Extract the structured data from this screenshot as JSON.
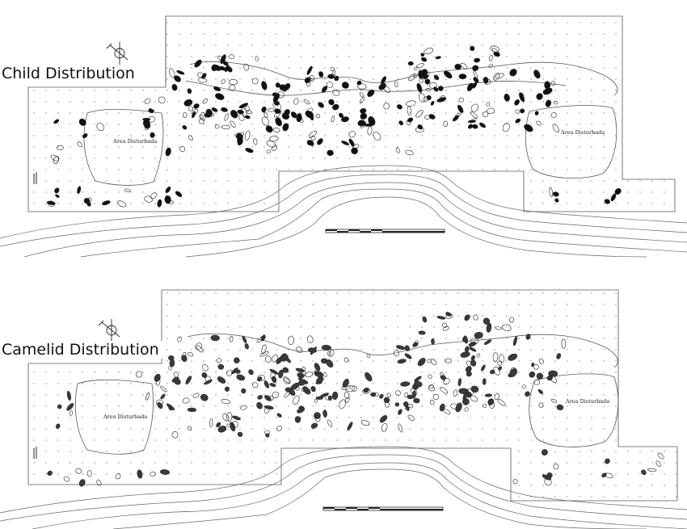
{
  "panels": [
    {
      "title": "Child Distribution",
      "zone_label": "Area Disturbada",
      "zone_label_2": "Area Disturbada",
      "feature_color": "#111111"
    },
    {
      "title": "Camelid Distribution",
      "zone_label": "Area Disturbada",
      "zone_label_2": "Area Disturbada",
      "feature_color": "#3a3a3a"
    }
  ],
  "colors": {
    "line": "#555555",
    "grid_point": "#888888",
    "contour": "#666666"
  },
  "icons": {
    "north_arrow": "north-arrow-icon",
    "scale_bar": "scale-bar-icon"
  }
}
